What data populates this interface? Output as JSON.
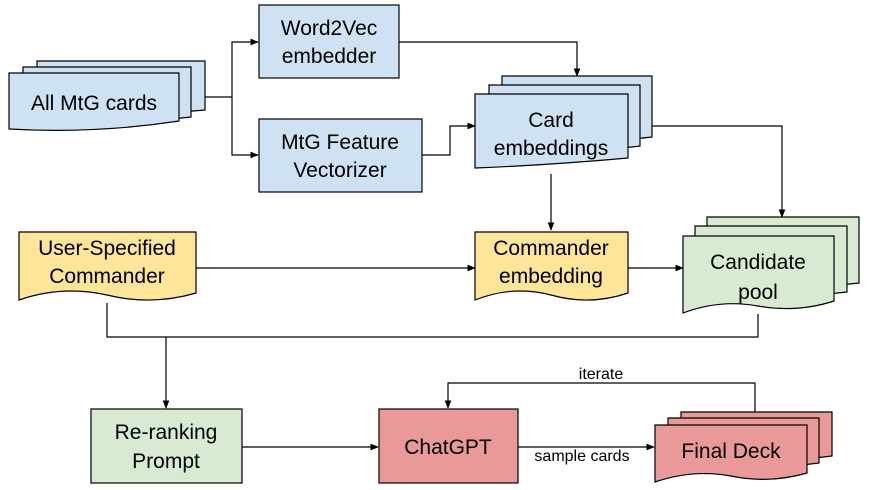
{
  "nodes": {
    "all_cards": {
      "label": "All MtG cards"
    },
    "word2vec": {
      "line1": "Word2Vec",
      "line2": "embedder"
    },
    "feature_vectorizer": {
      "line1": "MtG Feature",
      "line2": "Vectorizer"
    },
    "card_embeddings": {
      "line1": "Card",
      "line2": "embeddings"
    },
    "user_commander": {
      "line1": "User-Specified",
      "line2": "Commander"
    },
    "commander_embedding": {
      "line1": "Commander",
      "line2": "embedding"
    },
    "candidate_pool": {
      "line1": "Candidate",
      "line2": "pool"
    },
    "reranking_prompt": {
      "line1": "Re-ranking",
      "line2": "Prompt"
    },
    "chatgpt": {
      "label": "ChatGPT"
    },
    "final_deck": {
      "label": "Final Deck"
    }
  },
  "edges": {
    "iterate": "iterate",
    "sample_cards": "sample cards"
  },
  "colors": {
    "blue": "#cfe2f3",
    "yellow": "#ffe599",
    "green": "#d9ead3",
    "red": "#ea9999",
    "stroke": "#000000"
  }
}
